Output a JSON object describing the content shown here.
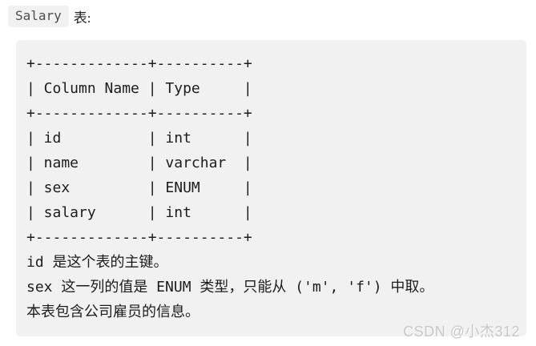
{
  "page": {
    "background": "#ffffff",
    "code_block_background": "#f1f1f2",
    "text_color": "#1c1c1c",
    "watermark_color": "#c7c7c7"
  },
  "intro": {
    "inline_code": "Salary",
    "text": "表:"
  },
  "code_block": {
    "ascii_table": {
      "headers": [
        "Column Name",
        "Type"
      ],
      "rows": [
        {
          "column_name": "id",
          "type": "int"
        },
        {
          "column_name": "name",
          "type": "varchar"
        },
        {
          "column_name": "sex",
          "type": "ENUM"
        },
        {
          "column_name": "salary",
          "type": "int"
        }
      ]
    },
    "lines": [
      "+-------------+----------+",
      "| Column Name | Type     |",
      "+-------------+----------+",
      "| id          | int      |",
      "| name        | varchar  |",
      "| sex         | ENUM     |",
      "| salary      | int      |",
      "+-------------+----------+"
    ],
    "notes": [
      "id 是这个表的主键。",
      "sex 这一列的值是 ENUM 类型，只能从 ('m', 'f') 中取。",
      "本表包含公司雇员的信息。"
    ]
  },
  "watermark": "CSDN @小杰312"
}
